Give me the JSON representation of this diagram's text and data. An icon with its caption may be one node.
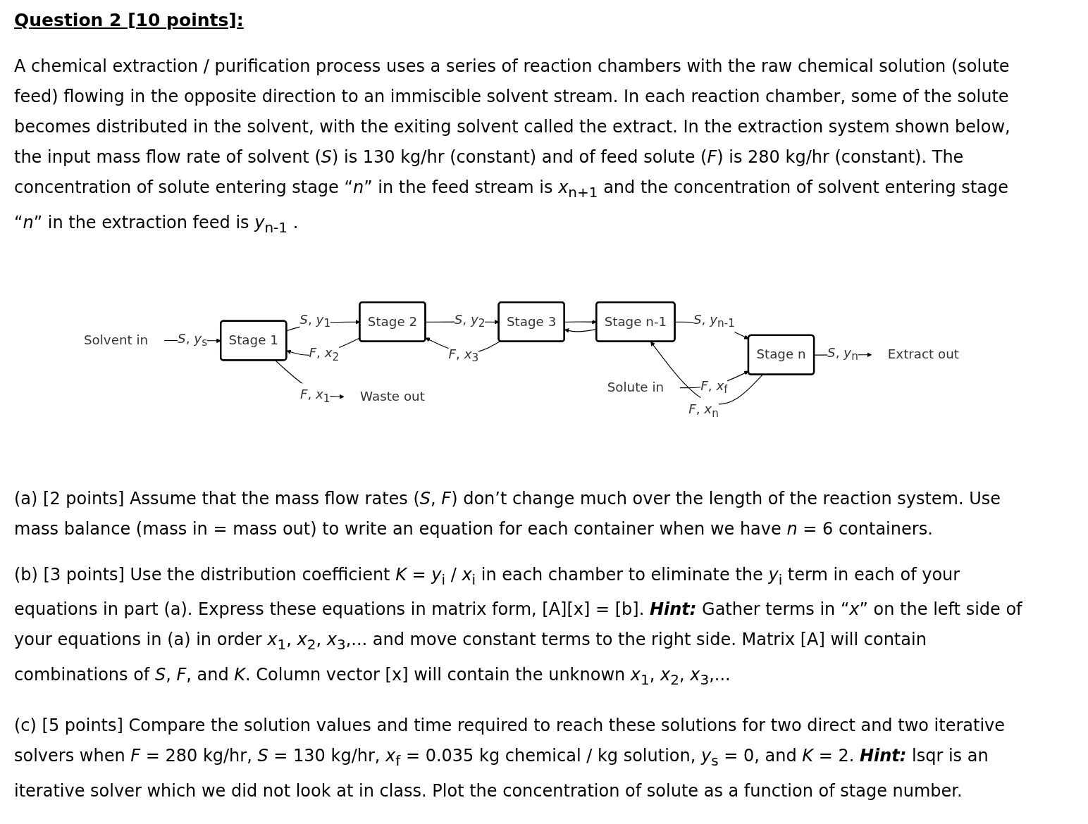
{
  "diagram": {
    "title": "Question 2 [10 points]:",
    "nodes": [
      {
        "text": [
          "Solvent in"
        ]
      },
      {
        "text": [
          "Extract out"
        ]
      },
      {
        "text": [
          "Stage 1"
        ]
      },
      {
        "text": [
          "Stage 2"
        ]
      },
      {
        "text": [
          "Stage 3"
        ]
      },
      {
        "text": [
          "Stage n-1"
        ]
      },
      {
        "text": [
          "Stage n"
        ]
      },
      {
        "text": [
          "Waste out"
        ]
      },
      {
        "text": [
          "Solute in"
        ]
      }
    ],
    "edges": [
      {
        "from": 0,
        "to": 2,
        "arrow": "to",
        "label": "*S*, *y*$_{s}$"
      },
      {
        "from": 2,
        "to": 3,
        "arrow": "to",
        "label": "*S*, *y*$_{1}$"
      },
      {
        "from": 3,
        "to": 4,
        "arrow": "to",
        "label": "*S*, *y*$_{2}$"
      },
      {
        "from": 4,
        "to": 5,
        "arrow": "to"
      },
      {
        "from": 5,
        "to": 6,
        "arrow": "to",
        "label": "*S*, *y*$_{n-1}$"
      },
      {
        "from": 6,
        "to": 1,
        "arrow": "to",
        "label": "*S*, *y*$_{n}$"
      },
      {
        "from": 8,
        "to": 6,
        "arrow": "to",
        "label": "*F*, *x*$_{f}$"
      },
      {
        "from": 6,
        "to": 5,
        "arrow": "to",
        "label": "*F*, *x*$_{n}$"
      },
      {
        "from": 5,
        "to": 4,
        "arrow": "to"
      },
      {
        "from": 4,
        "to": 3,
        "arrow": "to",
        "label": "*F*, *x*$_{3}$"
      },
      {
        "from": 3,
        "to": 2,
        "arrow": "to",
        "label": "*F*, *x*$_{2}$"
      },
      {
        "from": 2,
        "to": 7,
        "arrow": "to",
        "label": "*F*, *x*$_{1}$"
      }
    ],
    "labels": [
      "A chemical extraction / purification process uses a series of reaction chambers with the raw chemical solution (solute feed) flowing in the opposite direction to an immiscible solvent stream. In each reaction chamber, some of the solute becomes distributed in the solvent, with the exiting solvent called the extract. In the extraction system shown below, the input mass flow rate of solvent (*S*) is 130 kg/hr (constant) and of feed solute (*F*) is 280 kg/hr (constant). The concentration of solute entering stage “*n*” in the feed stream is *x*$_{n+1}$ and the concentration of solvent entering stage “*n*” in the extraction feed is *y*$_{n-1}$ .",
      "(a) [2 points] Assume that the mass flow rates (*S*, *F*) don’t change much over the length of the reaction system. Use mass balance (mass in = mass out) to write an equation for each container when we have *n* = 6 containers.",
      "(b) [3 points] Use the distribution coefficient *K* = *y*$_{i}$ / *x*$_{i}$ in each chamber to eliminate the *y*$_{i}$ term in each of your equations in part (a). Express these equations in matrix form, [A][x] = [b]. **Hint:** Gather terms in “*x*” on the left side of your equations in (a) in order *x*$_{1}$, *x*$_{2}$, *x*$_{3}$,... and move constant terms to the right side. Matrix [A] will contain combinations of *S*, *F*, and *K*. Column vector [x] will contain the unknown *x*$_{1}$, *x*$_{2}$, *x*$_{3}$,...",
      "(c) [5 points] Compare the solution values and time required to reach these solutions for two direct and two iterative solvers when *F* = 280 kg/hr, *S* = 130 kg/hr, *x*$_{f}$ = 0.035 kg chemical / kg solution, *y*$_{s}$ = 0, and *K* = 2. **Hint:** lsqr is an iterative solver which we did not look at in class. Plot the concentration of solute as a function of stage number."
    ]
  }
}
